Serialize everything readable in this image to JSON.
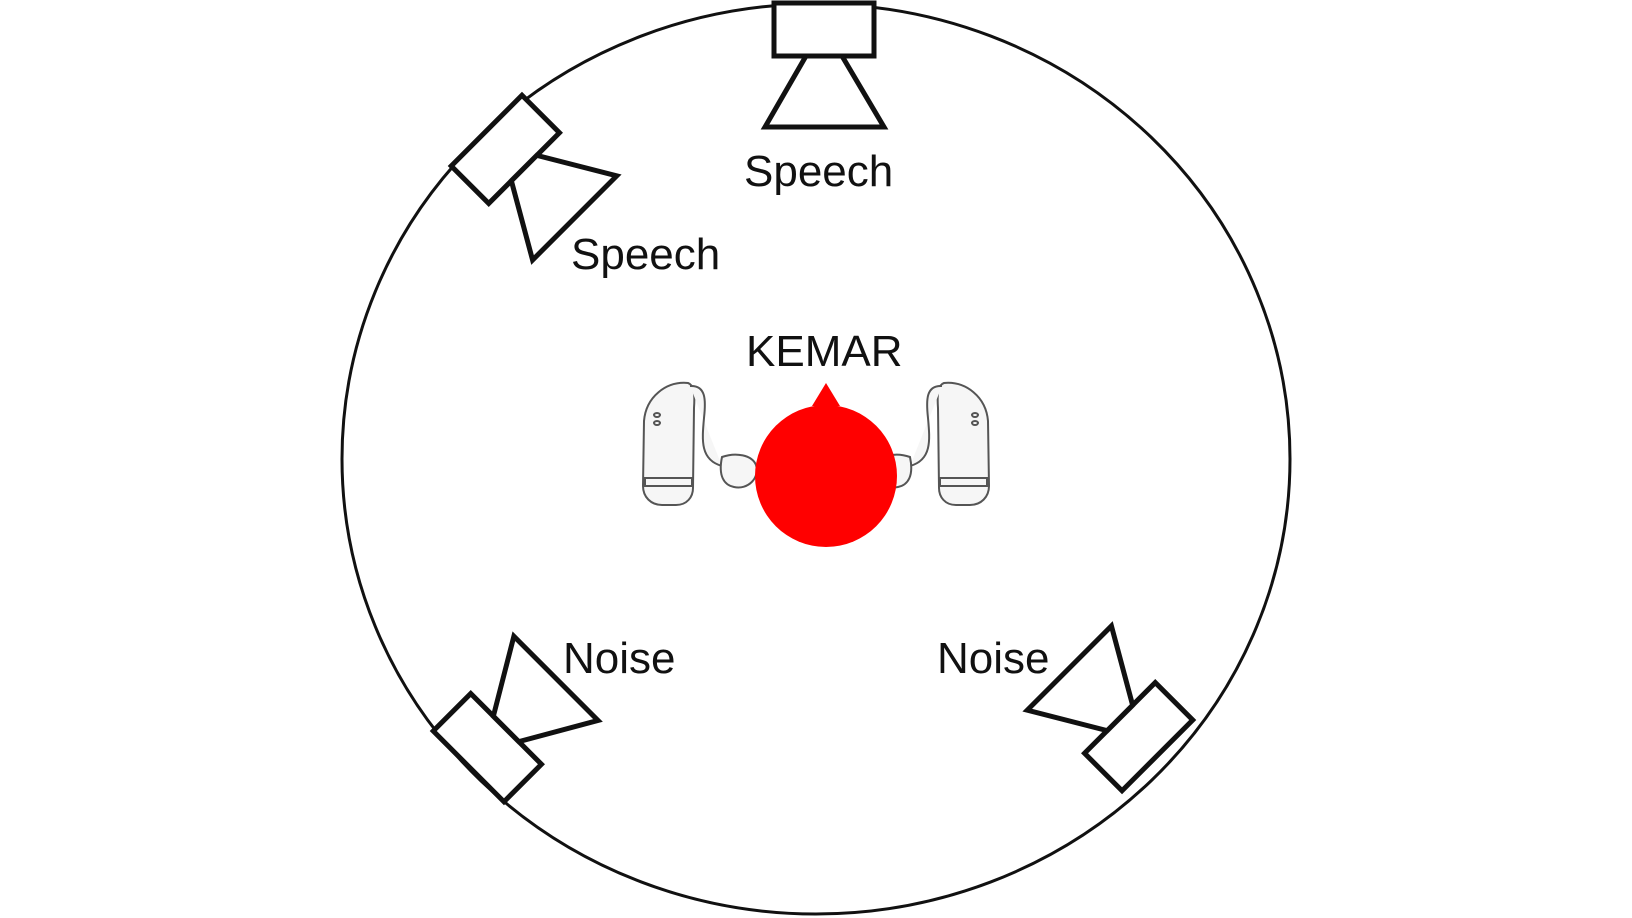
{
  "labels": {
    "speech_top": "Speech",
    "speech_upper_left": "Speech",
    "center": "KEMAR",
    "noise_left": "Noise",
    "noise_right": "Noise"
  },
  "colors": {
    "kemar_head": "#ff0000",
    "outline": "#111111",
    "background": "#ffffff"
  },
  "icons": {
    "loudspeaker": "loudspeaker-icon",
    "hearing_aid": "hearing-aid-icon",
    "head": "head-icon"
  }
}
